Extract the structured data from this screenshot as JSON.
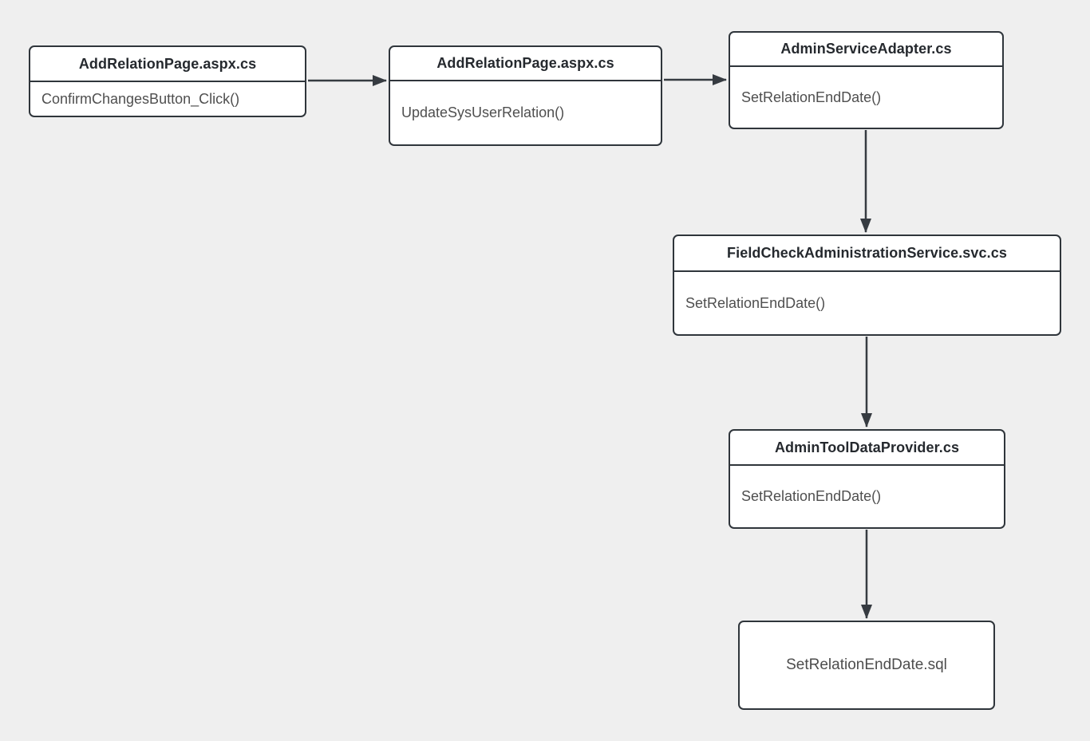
{
  "diagram": {
    "background_color": "#efefef",
    "node_fill_color": "#ffffff",
    "node_border_color": "#2f353b",
    "arrow_color": "#363b41",
    "header_text_color": "#25292e",
    "body_text_color": "#4f4f4f",
    "nodes": [
      {
        "title": "AddRelationPage.aspx.cs",
        "method": "ConfirmChangesButton_Click()"
      },
      {
        "title": "AddRelationPage.aspx.cs",
        "method": "UpdateSysUserRelation()"
      },
      {
        "title": "AdminServiceAdapter.cs",
        "method": "SetRelationEndDate()"
      },
      {
        "title": "FieldCheckAdministrationService.svc.cs",
        "method": "SetRelationEndDate()"
      },
      {
        "title": "AdminToolDataProvider.cs",
        "method": "SetRelationEndDate()"
      },
      {
        "label": "SetRelationEndDate.sql"
      }
    ],
    "edges": [
      {
        "from": "AddRelationPage.aspx.cs :: ConfirmChangesButton_Click()",
        "to": "AddRelationPage.aspx.cs :: UpdateSysUserRelation()",
        "direction": "right"
      },
      {
        "from": "AddRelationPage.aspx.cs :: UpdateSysUserRelation()",
        "to": "AdminServiceAdapter.cs :: SetRelationEndDate()",
        "direction": "right"
      },
      {
        "from": "AdminServiceAdapter.cs :: SetRelationEndDate()",
        "to": "FieldCheckAdministrationService.svc.cs :: SetRelationEndDate()",
        "direction": "down"
      },
      {
        "from": "FieldCheckAdministrationService.svc.cs :: SetRelationEndDate()",
        "to": "AdminToolDataProvider.cs :: SetRelationEndDate()",
        "direction": "down"
      },
      {
        "from": "AdminToolDataProvider.cs :: SetRelationEndDate()",
        "to": "SetRelationEndDate.sql",
        "direction": "down"
      }
    ]
  }
}
